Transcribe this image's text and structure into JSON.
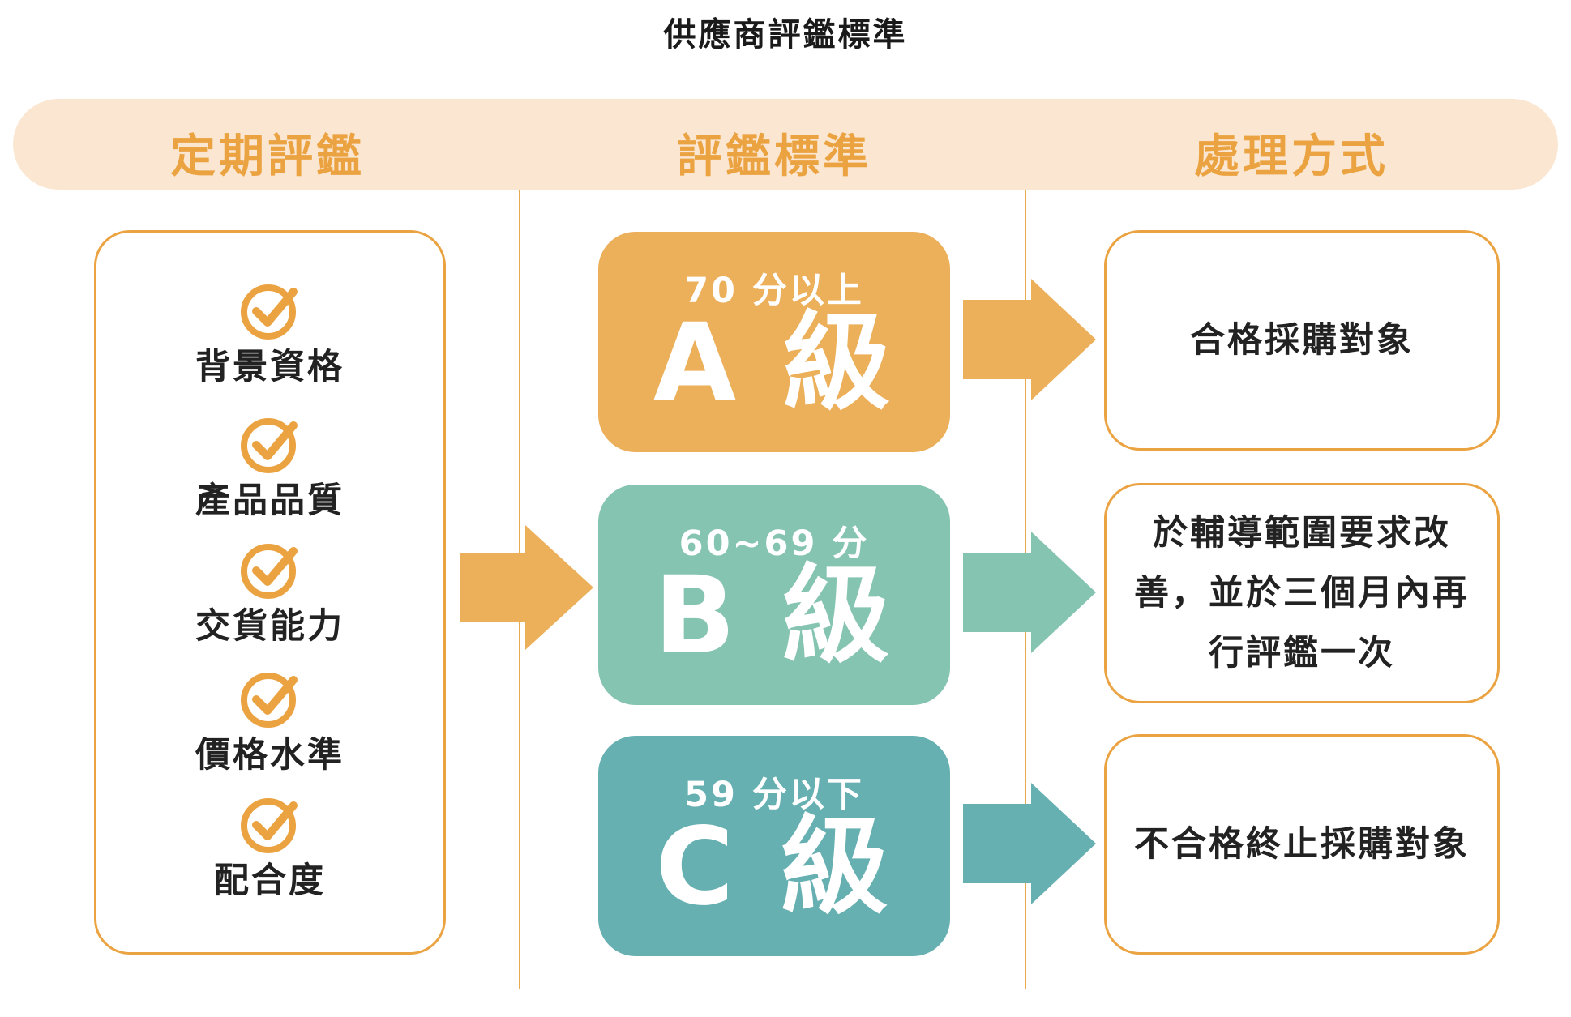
{
  "title": "供應商評鑑標準",
  "columns": {
    "left": "定期評鑑",
    "middle": "評鑑標準",
    "right": "處理方式"
  },
  "criteria": [
    {
      "label": "背景資格",
      "icon": "check-circle-icon"
    },
    {
      "label": "產品品質",
      "icon": "check-circle-icon"
    },
    {
      "label": "交貨能力",
      "icon": "check-circle-icon"
    },
    {
      "label": "價格水準",
      "icon": "check-circle-icon"
    },
    {
      "label": "配合度",
      "icon": "check-circle-icon"
    }
  ],
  "grades": [
    {
      "range": "70 分以上",
      "name": "A 級",
      "color": "#ecaf5a",
      "action": "合格採購對象"
    },
    {
      "range": "60~69 分",
      "name": "B 級",
      "color": "#86c4b2",
      "action_lines": [
        "於輔導範圍要求改",
        "善，並於三個月內再",
        "行評鑑一次"
      ]
    },
    {
      "range": "59 分以下",
      "name": "C 級",
      "color": "#66b0b2",
      "action": "不合格終止採購對象"
    }
  ],
  "colors": {
    "accent": "#eba342",
    "header_band": "#fbe7d1",
    "main_arrow": "#ecaf5a"
  }
}
